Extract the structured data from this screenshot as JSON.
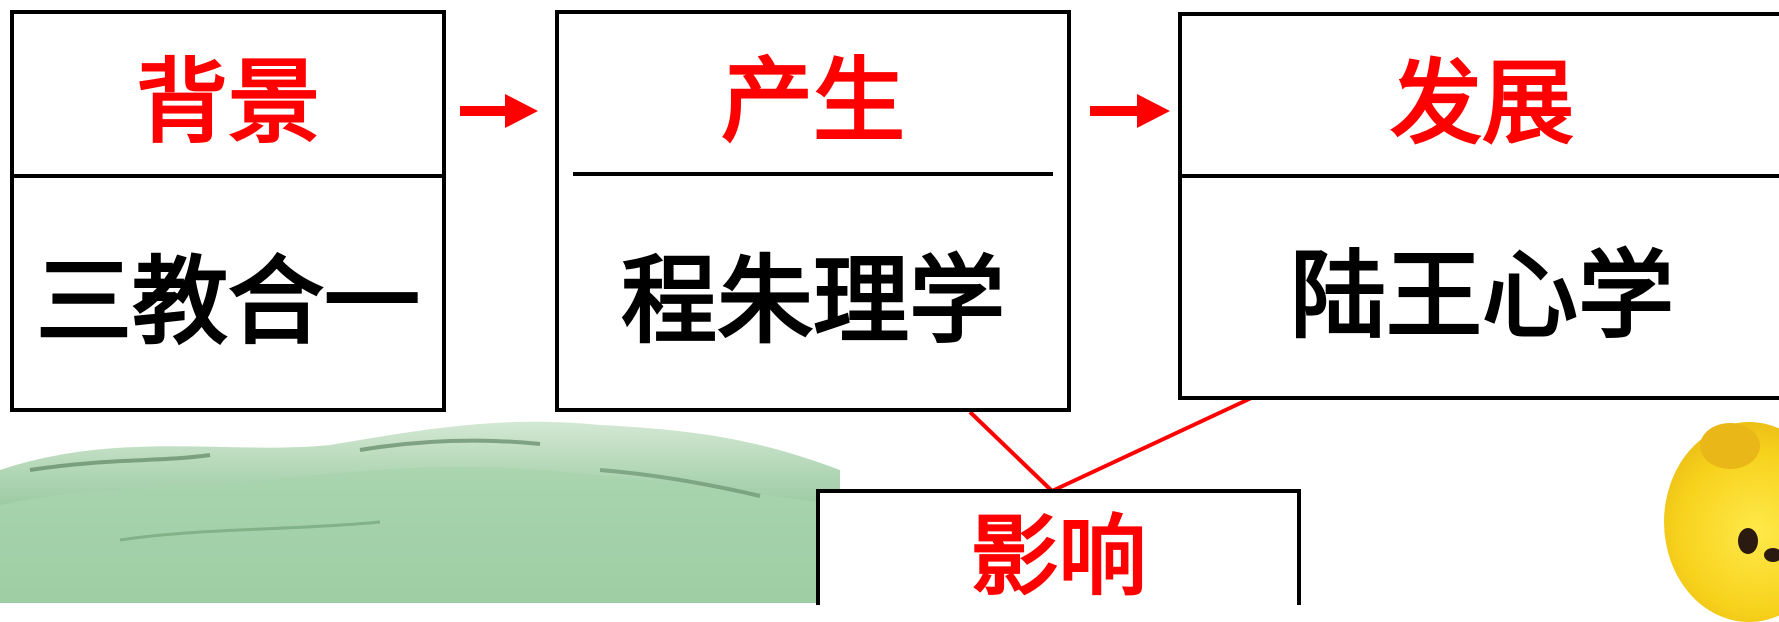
{
  "nodes": {
    "background": {
      "title": "背景",
      "content": "三教合一"
    },
    "emergence": {
      "title": "产生",
      "content": "程朱理学"
    },
    "development": {
      "title": "发展",
      "content": "陆王心学"
    },
    "influence": {
      "title": "影响"
    }
  },
  "colors": {
    "heading": "#ff0000",
    "text": "#000000",
    "arrow": "#ff0000",
    "landscape": "#7fb98a"
  }
}
